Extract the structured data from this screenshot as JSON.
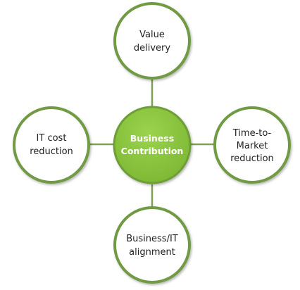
{
  "diagram": {
    "center": {
      "lines": [
        "Business",
        "Contribution"
      ]
    },
    "nodes": {
      "top": {
        "lines": [
          "Value",
          "delivery"
        ]
      },
      "left": {
        "lines": [
          "IT cost",
          "reduction"
        ]
      },
      "right": {
        "lines": [
          "Time-to-",
          "Market",
          "reduction"
        ]
      },
      "bottom": {
        "lines": [
          "Business/IT",
          "alignment"
        ]
      }
    }
  },
  "colors": {
    "center_fill": "#8cc63f",
    "center_stroke": "#6e9e37",
    "outer_stroke": "#719a45",
    "outer_fill": "#ffffff",
    "connector": "#7f9f54"
  }
}
